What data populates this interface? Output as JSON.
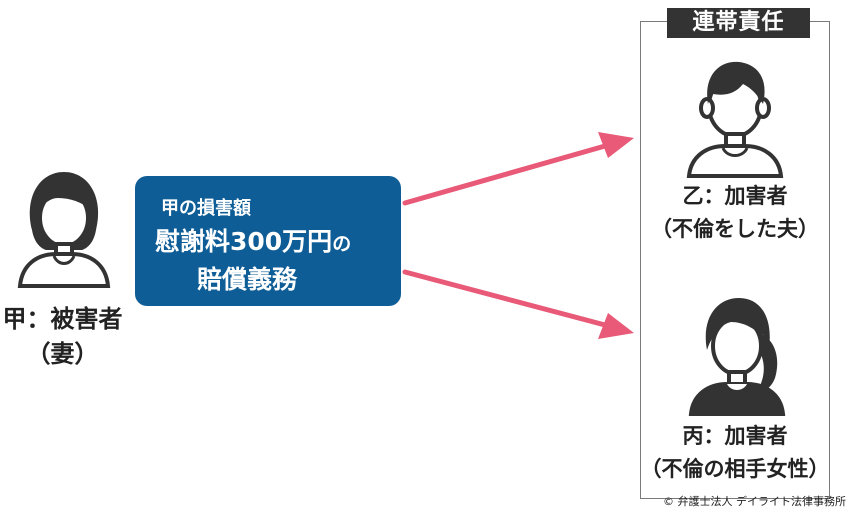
{
  "victim": {
    "icon": "woman-icon",
    "label_line1": "甲：被害者",
    "label_line2": "（妻）"
  },
  "damage": {
    "title": "甲の損害額",
    "main_text": "慰謝料300万円",
    "main_suffix": "の",
    "duty": "賠償義務"
  },
  "joint_liability": {
    "title": "連帯責任"
  },
  "party_b": {
    "icon": "man-icon",
    "label_line1": "乙：加害者",
    "label_line2": "（不倫をした夫）"
  },
  "party_c": {
    "icon": "woman-ponytail-icon",
    "label_line1": "丙：加害者",
    "label_line2": "（不倫の相手女性）"
  },
  "copyright": "© 弁護士法人 デイライト法律事務所",
  "colors": {
    "box_blue": "#0e5d96",
    "arrow_pink": "#e85a77",
    "person_dark": "#333333",
    "title_bg": "#333333"
  }
}
